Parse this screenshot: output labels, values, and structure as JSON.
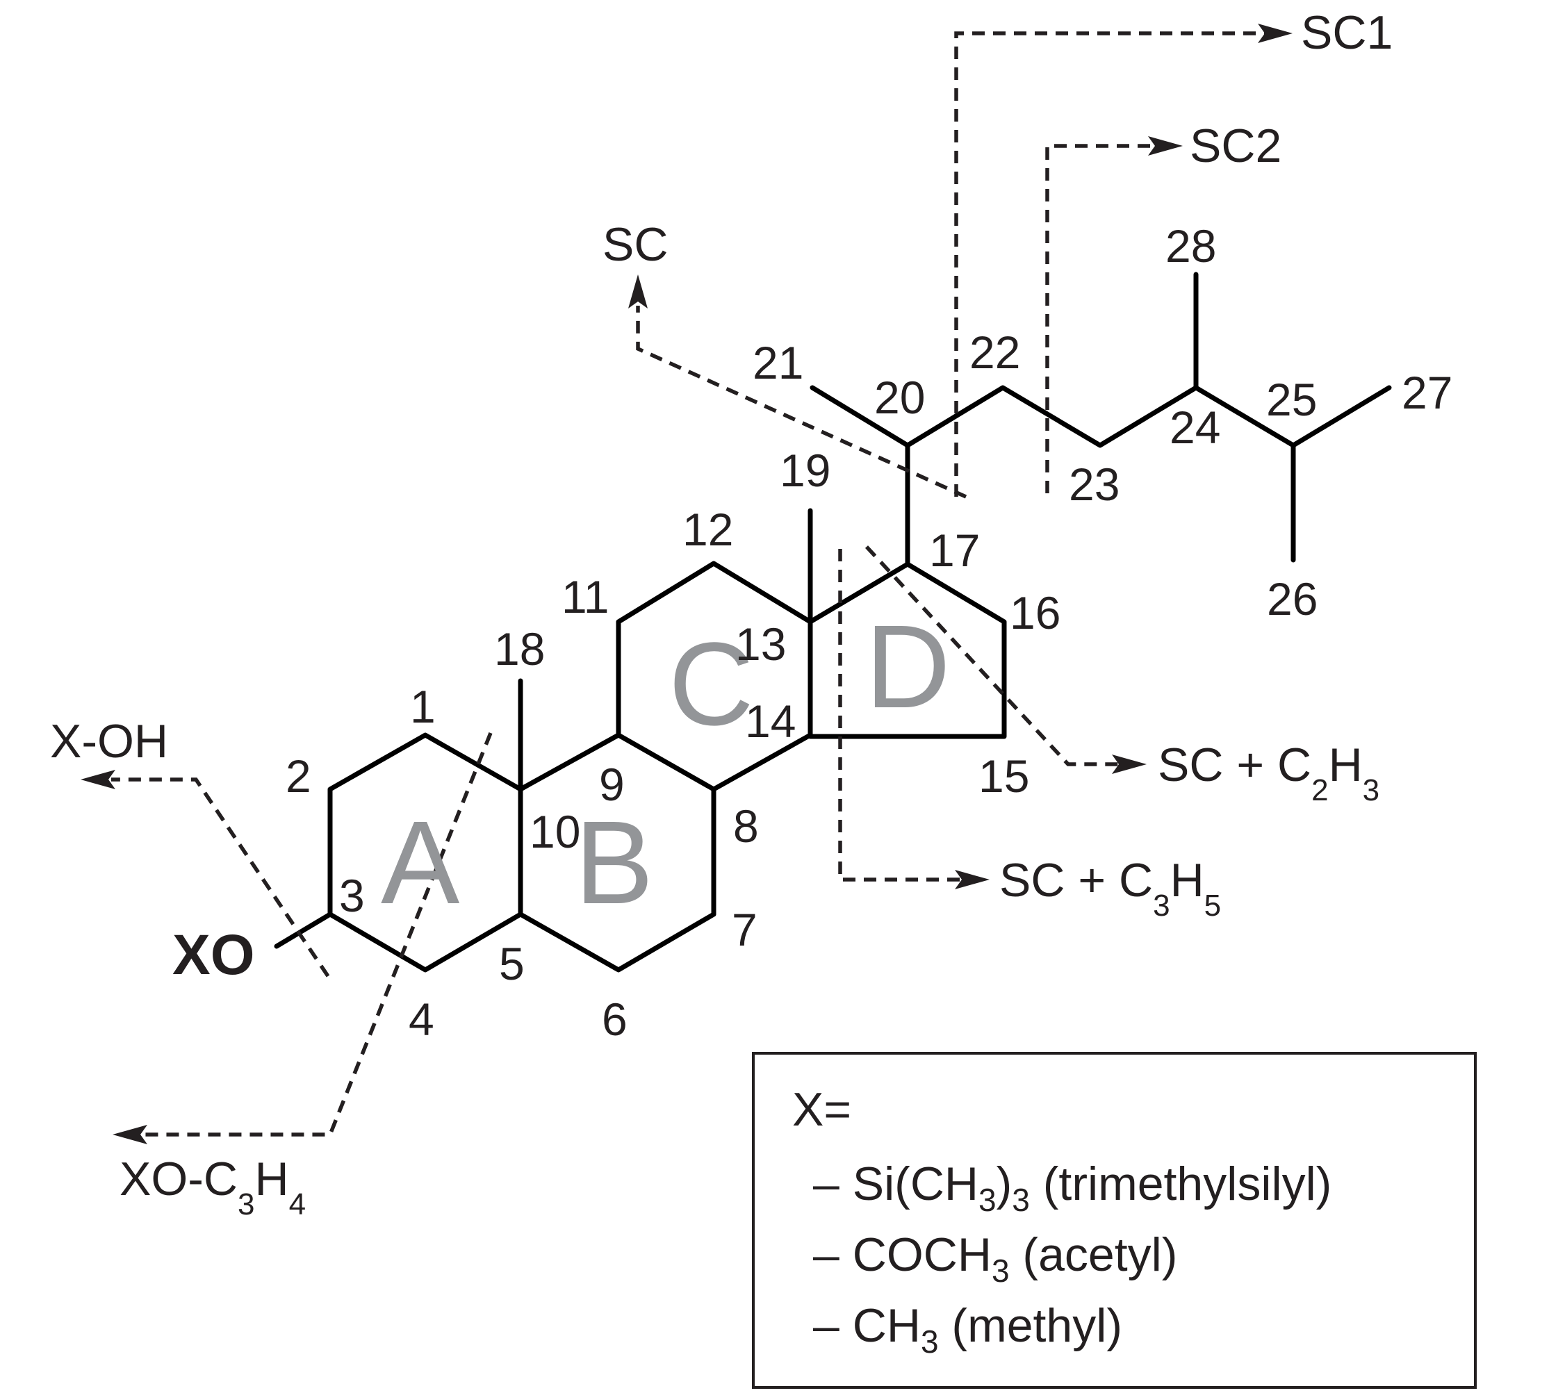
{
  "diagram": {
    "atom_numbers": {
      "n1": "1",
      "n2": "2",
      "n3": "3",
      "n4": "4",
      "n5": "5",
      "n6": "6",
      "n7": "7",
      "n8": "8",
      "n9": "9",
      "n10": "10",
      "n11": "11",
      "n12": "12",
      "n13": "13",
      "n14": "14",
      "n15": "15",
      "n16": "16",
      "n17": "17",
      "n18": "18",
      "n19": "19",
      "n20": "20",
      "n21": "21",
      "n22": "22",
      "n23": "23",
      "n24": "24",
      "n25": "25",
      "n26": "26",
      "n27": "27",
      "n28": "28"
    },
    "ring_labels": {
      "a": "A",
      "b": "B",
      "c": "C",
      "d": "D"
    },
    "substituent": "XO",
    "fragments": {
      "x_oh": "X-OH",
      "xo_c3h4": {
        "main": "XO-C",
        "sub1": "3",
        "mid": "H",
        "sub2": "4"
      },
      "sc": "SC",
      "sc1": "SC1",
      "sc2": "SC2",
      "sc_c2h3": {
        "main": "SC + C",
        "sub1": "2",
        "mid": "H",
        "sub2": "3"
      },
      "sc_c3h5": {
        "main": "SC + C",
        "sub1": "3",
        "mid": "H",
        "sub2": "5"
      }
    },
    "legend": {
      "heading": "X=",
      "items": [
        {
          "prefix": "– Si(CH",
          "sub1": "3",
          "mid": ")",
          "sub2": "3",
          "suffix": " (trimethylsilyl)"
        },
        {
          "prefix": "– COCH",
          "sub1": "3",
          "suffix": " (acetyl)"
        },
        {
          "prefix": "– CH",
          "sub1": "3",
          "suffix": " (methyl)"
        }
      ]
    }
  }
}
